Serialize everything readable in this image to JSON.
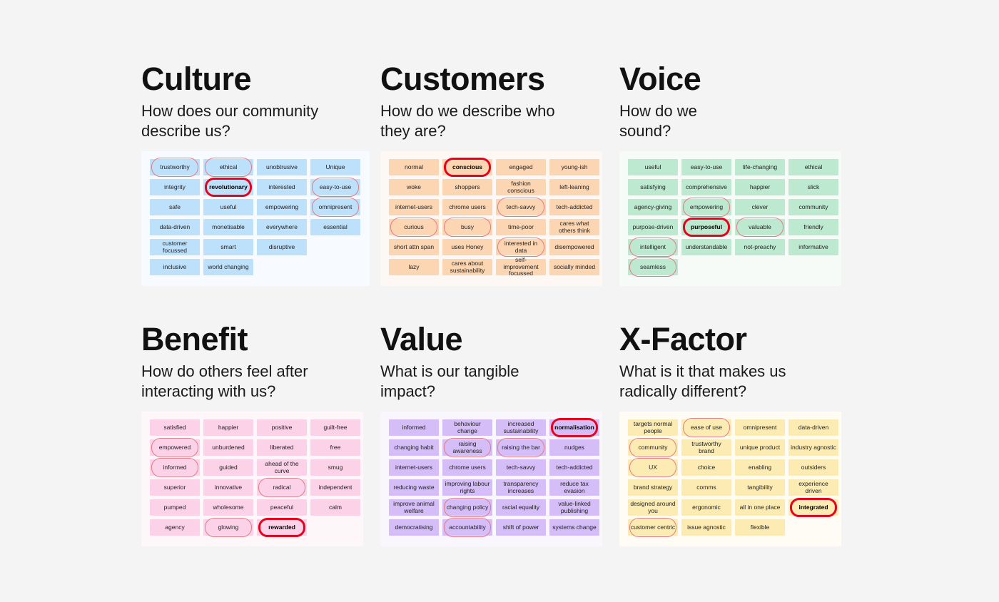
{
  "sections": [
    {
      "id": "culture",
      "title": "Culture",
      "question": "How does our community\ndescribe us?",
      "board_color": "#f7fafe",
      "chip_color": "#bde0fb",
      "chips": [
        {
          "label": "trustworthy",
          "mark": "soft"
        },
        {
          "label": "ethical",
          "mark": "soft"
        },
        {
          "label": "unobtrusive",
          "mark": ""
        },
        {
          "label": "Unique",
          "mark": ""
        },
        {
          "label": "integrity",
          "mark": ""
        },
        {
          "label": "revolutionary",
          "mark": "strong"
        },
        {
          "label": "interested",
          "mark": ""
        },
        {
          "label": "easy-to-use",
          "mark": "soft"
        },
        {
          "label": "safe",
          "mark": ""
        },
        {
          "label": "useful",
          "mark": ""
        },
        {
          "label": "empowering",
          "mark": ""
        },
        {
          "label": "omnipresent",
          "mark": "soft"
        },
        {
          "label": "data-driven",
          "mark": ""
        },
        {
          "label": "monetisable",
          "mark": ""
        },
        {
          "label": "everywhere",
          "mark": ""
        },
        {
          "label": "essential",
          "mark": ""
        },
        {
          "label": "customer focussed",
          "mark": ""
        },
        {
          "label": "smart",
          "mark": ""
        },
        {
          "label": "disruptive",
          "mark": ""
        },
        {
          "label": "",
          "mark": "empty"
        },
        {
          "label": "inclusive",
          "mark": ""
        },
        {
          "label": "world changing",
          "mark": ""
        }
      ]
    },
    {
      "id": "customers",
      "title": "Customers",
      "question": "How do we describe who\nthey are?",
      "board_color": "#fdf8f3",
      "chip_color": "#fcd6b2",
      "chips": [
        {
          "label": "normal",
          "mark": ""
        },
        {
          "label": "conscious",
          "mark": "strong"
        },
        {
          "label": "engaged",
          "mark": ""
        },
        {
          "label": "young-ish",
          "mark": ""
        },
        {
          "label": "woke",
          "mark": ""
        },
        {
          "label": "shoppers",
          "mark": ""
        },
        {
          "label": "fashion conscious",
          "mark": ""
        },
        {
          "label": "left-leaning",
          "mark": ""
        },
        {
          "label": "internet-users",
          "mark": ""
        },
        {
          "label": "chrome users",
          "mark": ""
        },
        {
          "label": "tech-savvy",
          "mark": "soft"
        },
        {
          "label": "tech-addicted",
          "mark": ""
        },
        {
          "label": "curious",
          "mark": "soft"
        },
        {
          "label": "busy",
          "mark": "soft"
        },
        {
          "label": "time-poor",
          "mark": ""
        },
        {
          "label": "cares what others think",
          "mark": ""
        },
        {
          "label": "short attn span",
          "mark": ""
        },
        {
          "label": "uses Honey",
          "mark": ""
        },
        {
          "label": "interested in data",
          "mark": "soft"
        },
        {
          "label": "disempowered",
          "mark": ""
        },
        {
          "label": "lazy",
          "mark": ""
        },
        {
          "label": "cares about sustainability",
          "mark": ""
        },
        {
          "label": "self-improvement focussed",
          "mark": ""
        },
        {
          "label": "socially minded",
          "mark": ""
        }
      ]
    },
    {
      "id": "voice",
      "title": "Voice",
      "question": "How do we\nsound?",
      "board_color": "#f6fbf8",
      "chip_color": "#bce9cf",
      "chips": [
        {
          "label": "useful",
          "mark": ""
        },
        {
          "label": "easy-to-use",
          "mark": ""
        },
        {
          "label": "life-changing",
          "mark": ""
        },
        {
          "label": "ethical",
          "mark": ""
        },
        {
          "label": "satisfying",
          "mark": ""
        },
        {
          "label": "comprehensive",
          "mark": ""
        },
        {
          "label": "happier",
          "mark": ""
        },
        {
          "label": "slick",
          "mark": ""
        },
        {
          "label": "agency-giving",
          "mark": ""
        },
        {
          "label": "empowering",
          "mark": "soft"
        },
        {
          "label": "clever",
          "mark": ""
        },
        {
          "label": "community",
          "mark": ""
        },
        {
          "label": "purpose-driven",
          "mark": ""
        },
        {
          "label": "purposeful",
          "mark": "strong"
        },
        {
          "label": "valuable",
          "mark": "soft"
        },
        {
          "label": "friendly",
          "mark": ""
        },
        {
          "label": "intelligent",
          "mark": "soft"
        },
        {
          "label": "understandable",
          "mark": ""
        },
        {
          "label": "not-preachy",
          "mark": ""
        },
        {
          "label": "informative",
          "mark": ""
        },
        {
          "label": "seamless",
          "mark": "soft"
        }
      ]
    },
    {
      "id": "benefit",
      "title": "Benefit",
      "question": "How do others feel after\ninteracting with us?",
      "board_color": "#fdf7fa",
      "chip_color": "#fbd2e8",
      "chips": [
        {
          "label": "satisfied",
          "mark": ""
        },
        {
          "label": "happier",
          "mark": ""
        },
        {
          "label": "positive",
          "mark": ""
        },
        {
          "label": "guilt-free",
          "mark": ""
        },
        {
          "label": "empowered",
          "mark": "soft"
        },
        {
          "label": "unburdened",
          "mark": ""
        },
        {
          "label": "liberated",
          "mark": ""
        },
        {
          "label": "free",
          "mark": ""
        },
        {
          "label": "informed",
          "mark": "soft"
        },
        {
          "label": "guided",
          "mark": ""
        },
        {
          "label": "ahead of the curve",
          "mark": ""
        },
        {
          "label": "smug",
          "mark": ""
        },
        {
          "label": "superior",
          "mark": ""
        },
        {
          "label": "innovative",
          "mark": ""
        },
        {
          "label": "radical",
          "mark": "soft"
        },
        {
          "label": "independent",
          "mark": ""
        },
        {
          "label": "pumped",
          "mark": ""
        },
        {
          "label": "wholesome",
          "mark": ""
        },
        {
          "label": "peaceful",
          "mark": ""
        },
        {
          "label": "calm",
          "mark": ""
        },
        {
          "label": "agency",
          "mark": ""
        },
        {
          "label": "glowing",
          "mark": "soft"
        },
        {
          "label": "rewarded",
          "mark": "strong"
        }
      ]
    },
    {
      "id": "value",
      "title": "Value",
      "question": "What is our tangible\nimpact?",
      "board_color": "#f9f7fd",
      "chip_color": "#d5bdf7",
      "chips": [
        {
          "label": "informed",
          "mark": ""
        },
        {
          "label": "behaviour change",
          "mark": ""
        },
        {
          "label": "increased sustainability",
          "mark": ""
        },
        {
          "label": "normalisation",
          "mark": "strong"
        },
        {
          "label": "changing habit",
          "mark": ""
        },
        {
          "label": "raising awareness",
          "mark": "soft"
        },
        {
          "label": "raising the bar",
          "mark": "soft"
        },
        {
          "label": "nudges",
          "mark": ""
        },
        {
          "label": "internet-users",
          "mark": ""
        },
        {
          "label": "chrome users",
          "mark": ""
        },
        {
          "label": "tech-savvy",
          "mark": ""
        },
        {
          "label": "tech-addicted",
          "mark": ""
        },
        {
          "label": "reducing waste",
          "mark": ""
        },
        {
          "label": "improving labour rights",
          "mark": ""
        },
        {
          "label": "transparency increases",
          "mark": ""
        },
        {
          "label": "reduce tax evasion",
          "mark": ""
        },
        {
          "label": "improve animal welfare",
          "mark": ""
        },
        {
          "label": "changing policy",
          "mark": "soft"
        },
        {
          "label": "racial equality",
          "mark": ""
        },
        {
          "label": "value-linked publishing",
          "mark": ""
        },
        {
          "label": "democratising",
          "mark": ""
        },
        {
          "label": "accountability",
          "mark": "soft"
        },
        {
          "label": "shift of power",
          "mark": ""
        },
        {
          "label": "systems change",
          "mark": ""
        }
      ]
    },
    {
      "id": "x-factor",
      "title": "X-Factor",
      "question": "What is it that makes us\nradically different?",
      "board_color": "#fefcf5",
      "chip_color": "#fcecb3",
      "chips": [
        {
          "label": "targets normal people",
          "mark": ""
        },
        {
          "label": "ease of use",
          "mark": "soft"
        },
        {
          "label": "omnipresent",
          "mark": ""
        },
        {
          "label": "data-driven",
          "mark": ""
        },
        {
          "label": "community",
          "mark": "soft"
        },
        {
          "label": "trustworthy brand",
          "mark": ""
        },
        {
          "label": "unique product",
          "mark": ""
        },
        {
          "label": "industry agnostic",
          "mark": ""
        },
        {
          "label": "UX",
          "mark": "soft"
        },
        {
          "label": "choice",
          "mark": ""
        },
        {
          "label": "enabling",
          "mark": ""
        },
        {
          "label": "outsiders",
          "mark": ""
        },
        {
          "label": "brand strategy",
          "mark": ""
        },
        {
          "label": "comms",
          "mark": ""
        },
        {
          "label": "tangibility",
          "mark": ""
        },
        {
          "label": "experience driven",
          "mark": ""
        },
        {
          "label": "designed around you",
          "mark": ""
        },
        {
          "label": "ergonomic",
          "mark": ""
        },
        {
          "label": "all in one place",
          "mark": ""
        },
        {
          "label": "integrated",
          "mark": "strong"
        },
        {
          "label": "customer centric",
          "mark": "soft"
        },
        {
          "label": "issue agnostic",
          "mark": ""
        },
        {
          "label": "flexible",
          "mark": ""
        }
      ]
    }
  ]
}
